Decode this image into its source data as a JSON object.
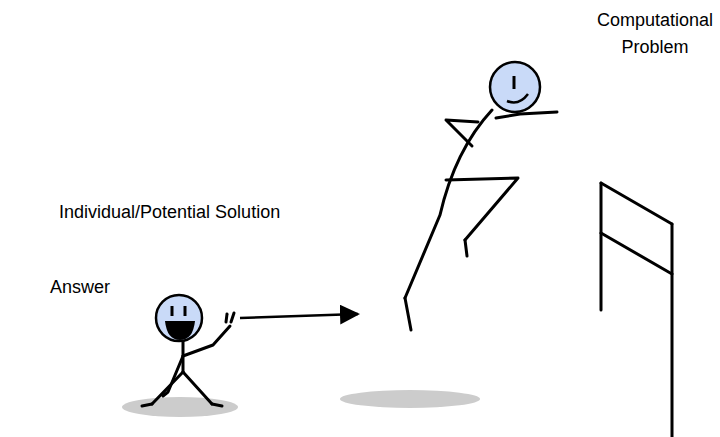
{
  "diagram": {
    "labels": [
      "Computational Problem",
      "Individual/Potential Solution",
      "Answer"
    ]
  }
}
